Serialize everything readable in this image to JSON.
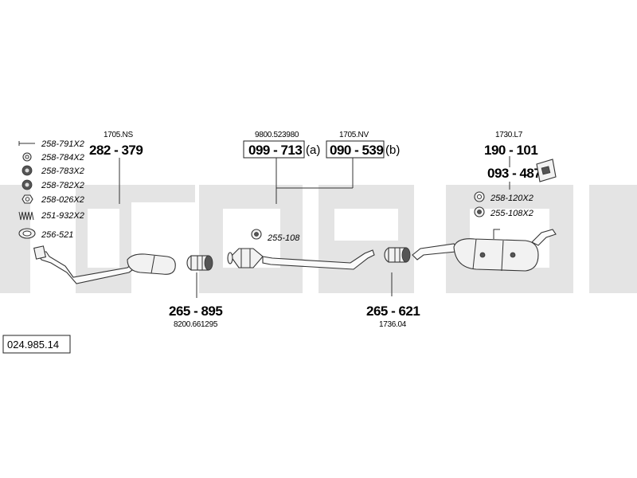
{
  "reference": "024.985.14",
  "parts": {
    "front_pipe": {
      "oe": "1705.NS",
      "code": "282 - 379"
    },
    "catalyst": {
      "oe": "9800.523980",
      "code": "099 - 713",
      "variant": "(a)"
    },
    "middle_pipe": {
      "oe": "1705.NV",
      "code": "090 - 539",
      "variant": "(b)"
    },
    "rear_silencer": {
      "oe": "1730.L7",
      "code": "190 - 101"
    },
    "rear_mount": {
      "code": "093 - 487"
    },
    "clamp_front": {
      "code": "265 - 895",
      "oe": "8200.661295"
    },
    "clamp_rear": {
      "code": "265 - 621",
      "oe": "1736.04"
    }
  },
  "hardware": [
    {
      "code": "258-791X2",
      "icon": "bolt-icon"
    },
    {
      "code": "258-784X2",
      "icon": "washer-icon"
    },
    {
      "code": "258-783X2",
      "icon": "nut-icon"
    },
    {
      "code": "258-782X2",
      "icon": "nut-icon"
    },
    {
      "code": "258-026X2",
      "icon": "hex-nut-icon"
    },
    {
      "code": "251-932X2",
      "icon": "spring-icon"
    },
    {
      "code": "256-521",
      "icon": "gasket-icon"
    }
  ],
  "small_parts": {
    "mount_middle": "255-108",
    "ring_rear": "258-120X2",
    "mount_rear": "255-108X2"
  },
  "watermark": "bosal"
}
